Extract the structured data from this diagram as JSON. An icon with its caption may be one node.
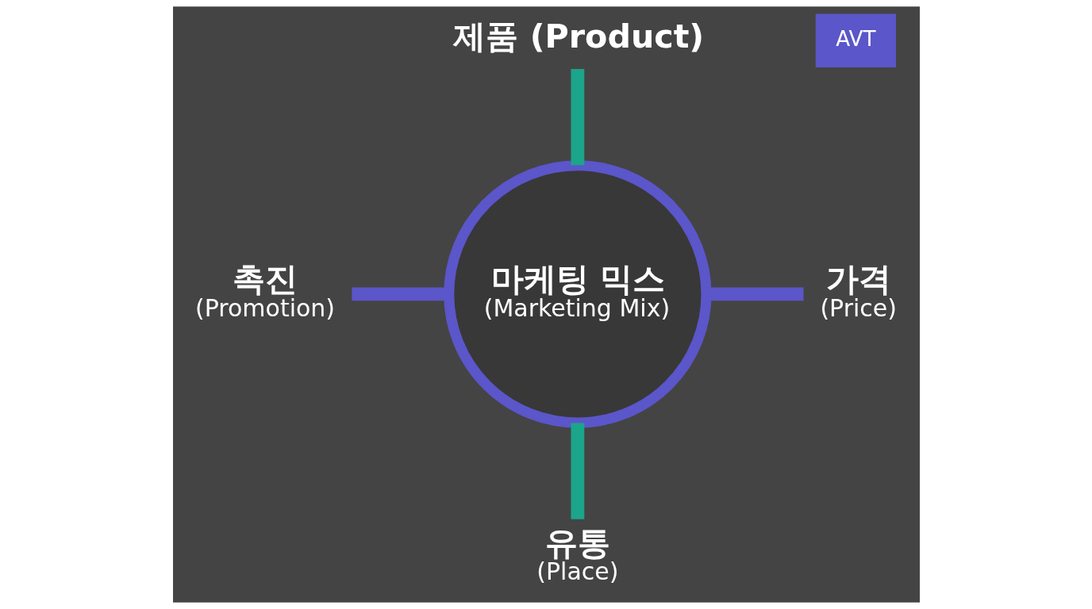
{
  "diagram": {
    "nodes": [
      {
        "text": [
          "제품 (Product)"
        ]
      },
      {
        "text": [
          "촉진",
          "(Promotion)"
        ]
      },
      {
        "text": [
          "마케팅 믹스",
          "(Marketing Mix)"
        ]
      },
      {
        "text": [
          "가격",
          "(Price)"
        ]
      },
      {
        "text": [
          "유통",
          "(Place)"
        ]
      }
    ],
    "edges": [
      {
        "from": 0,
        "to": 2,
        "arrow": "none",
        "color": "#1ba58a"
      },
      {
        "from": 1,
        "to": 2,
        "arrow": "none",
        "color": "#5b56c9"
      },
      {
        "from": 2,
        "to": 3,
        "arrow": "none",
        "color": "#5b56c9"
      },
      {
        "from": 2,
        "to": 4,
        "arrow": "none",
        "color": "#1ba58a"
      }
    ],
    "labels": [
      "AVT"
    ]
  }
}
